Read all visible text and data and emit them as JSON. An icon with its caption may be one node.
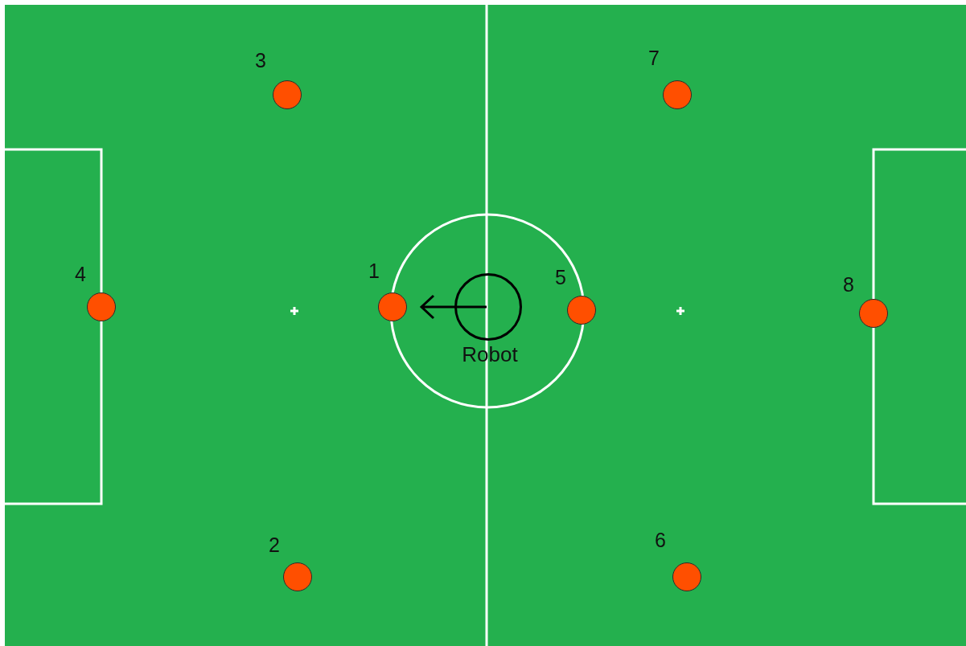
{
  "diagram": {
    "nodes": [
      {
        "text": [],
        "shape": "circle",
        "beside": [
          "3"
        ]
      },
      {
        "text": [],
        "shape": "circle",
        "beside": [
          "7"
        ]
      },
      {
        "text": [],
        "shape": "circle",
        "beside": [
          "4"
        ]
      },
      {
        "text": [],
        "shape": "circle",
        "beside": [
          "1"
        ]
      },
      {
        "text": [
          "Robot"
        ]
      },
      {
        "text": [],
        "shape": "circle",
        "beside": [
          "5"
        ]
      },
      {
        "text": [],
        "shape": "circle",
        "beside": [
          "8"
        ]
      },
      {
        "text": [],
        "shape": "circle",
        "beside": [
          "2"
        ]
      },
      {
        "text": [],
        "shape": "circle",
        "beside": [
          "6"
        ]
      }
    ]
  }
}
